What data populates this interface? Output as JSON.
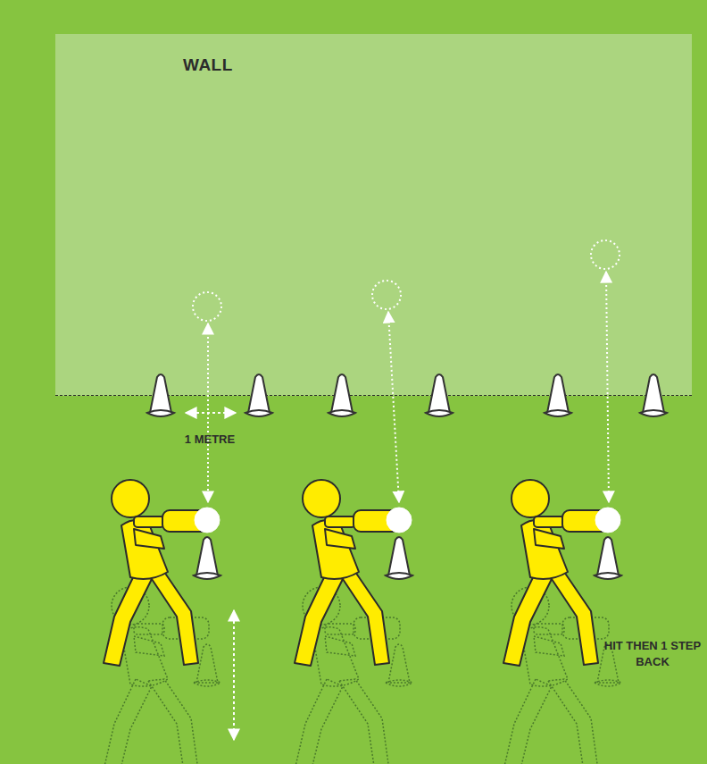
{
  "diagram": {
    "nodes": [
      {
        "text": [
          "WALL"
        ]
      }
    ],
    "labels": [
      "1 METRE",
      "HIT THEN 1 STEP BACK"
    ]
  }
}
